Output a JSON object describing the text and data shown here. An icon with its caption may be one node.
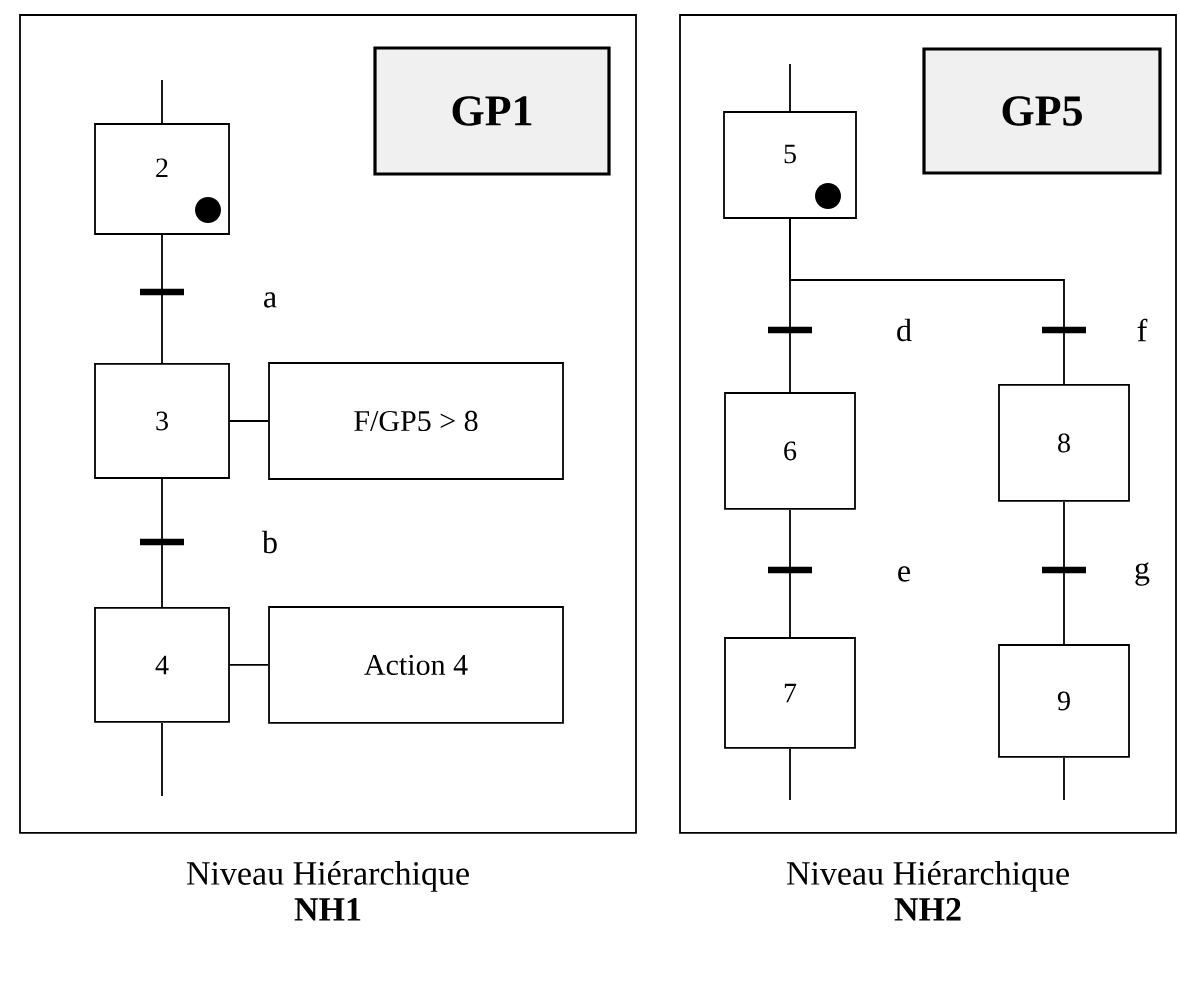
{
  "diagram": {
    "nodes": [
      {
        "text": [
          "Niveau Hiérarchique",
          "NH1"
        ]
      },
      {
        "text": [
          "GP1"
        ],
        "in": 0
      },
      {
        "text": [
          "2"
        ],
        "in": 0
      },
      {
        "text": [
          "3"
        ],
        "in": 0
      },
      {
        "text": [
          "F/GP5 > 8"
        ],
        "in": 0
      },
      {
        "text": [
          "4"
        ],
        "in": 0
      },
      {
        "text": [
          "Action 4"
        ],
        "in": 0
      },
      {
        "text": [
          "Niveau Hiérarchique",
          "NH2"
        ]
      },
      {
        "text": [
          "GP5"
        ],
        "in": 7
      },
      {
        "text": [
          "5"
        ],
        "in": 7
      },
      {
        "text": [
          "6"
        ],
        "in": 7
      },
      {
        "text": [
          "8"
        ],
        "in": 7
      },
      {
        "text": [
          "7"
        ],
        "in": 7
      },
      {
        "text": [
          "9"
        ],
        "in": 7
      }
    ],
    "edges": [
      {
        "from": null,
        "to": 2,
        "arrow": "none"
      },
      {
        "from": 2,
        "to": 3,
        "arrow": "none",
        "label": "a"
      },
      {
        "from": 3,
        "to": 4,
        "arrow": "none"
      },
      {
        "from": 3,
        "to": 5,
        "arrow": "none",
        "label": "b"
      },
      {
        "from": 5,
        "to": 6,
        "arrow": "none"
      },
      {
        "from": 5,
        "to": null,
        "arrow": "none"
      },
      {
        "from": null,
        "to": 9,
        "arrow": "none"
      },
      {
        "from": 9,
        "to": 10,
        "arrow": "none",
        "label": "d"
      },
      {
        "from": 9,
        "to": 11,
        "arrow": "none",
        "label": "f"
      },
      {
        "from": 10,
        "to": 12,
        "arrow": "none",
        "label": "e"
      },
      {
        "from": 11,
        "to": 13,
        "arrow": "none",
        "label": "g"
      },
      {
        "from": 12,
        "to": null,
        "arrow": "none"
      },
      {
        "from": 13,
        "to": null,
        "arrow": "none"
      }
    ]
  }
}
